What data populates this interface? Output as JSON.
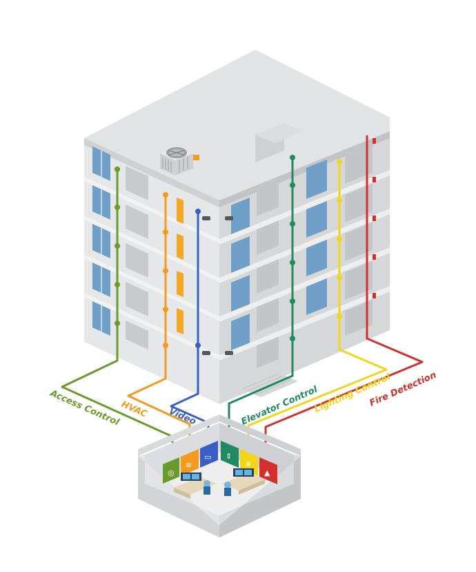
{
  "labels": {
    "access_control": "Access Control",
    "hvac": "HVAC",
    "video": "Video",
    "elevator_control": "Elevator Control",
    "lighting_control": "Lighting Control",
    "fire_detection": "Fire Detection"
  },
  "colors": {
    "access_control": "#6a9a2a",
    "hvac": "#f39a1f",
    "video": "#3a5fc4",
    "elevator_control": "#1e8a5e",
    "lighting_control": "#f2d41a",
    "fire_detection": "#d1312a",
    "wall_light": "#e9e9ea",
    "wall_mid": "#d4d5d7",
    "wall_dark": "#b9babd",
    "roof": "#e4e5e6",
    "window": "#6f9fc7"
  },
  "icons": {
    "access_control": "fingerprint-icon",
    "hvac": "heat-waves-icon",
    "video": "camera-icon",
    "elevator_control": "elevator-icon",
    "lighting_control": "lightbulb-icon",
    "fire_detection": "flame-icon"
  }
}
